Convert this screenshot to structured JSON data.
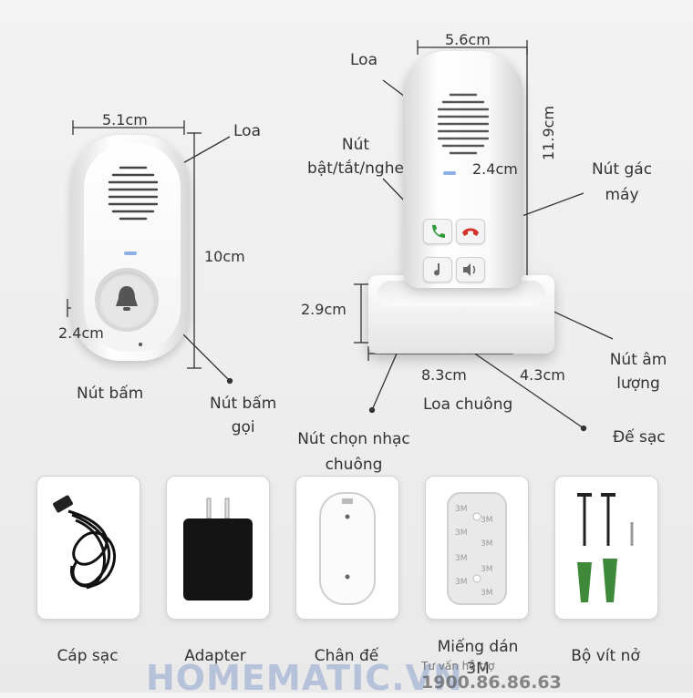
{
  "left_unit": {
    "width": "5.1cm",
    "height": "10cm",
    "depth": "2.4cm",
    "speaker_label": "Loa",
    "button_label": "Nút bấm",
    "call_button_label": "Nút bấm\ngọi"
  },
  "right_unit": {
    "width": "5.6cm",
    "height": "11.9cm",
    "depth": "2.4cm",
    "dock_height": "2.9cm",
    "dock_width": "8.3cm",
    "dock_depth": "4.3cm",
    "speaker_label": "Loa",
    "power_label": "Nút\nbật/tắt/nghe",
    "hangup_label": "Nút gác\nmáy",
    "volume_label": "Nút âm\nlượng",
    "ringtone_speaker_label": "Loa chuông",
    "ringtone_select_label": "Nút chọn nhạc\nchuông",
    "dock_label": "Đế sạc"
  },
  "accessories": [
    {
      "label": "Cáp sạc"
    },
    {
      "label": "Adapter"
    },
    {
      "label": "Chân đế"
    },
    {
      "label": "Miếng dán\n3M"
    },
    {
      "label": "Bộ vít nở"
    }
  ],
  "brand": {
    "logo_text": "HOMEMATIC.VN",
    "hotline_label": "Tư vấn hỗ trợ",
    "hotline": "1900.86.86.63"
  },
  "colors": {
    "call_green": "#2e9a3a",
    "hangup_red": "#d2322a",
    "wall_plug_green": "#3f8a3a"
  }
}
